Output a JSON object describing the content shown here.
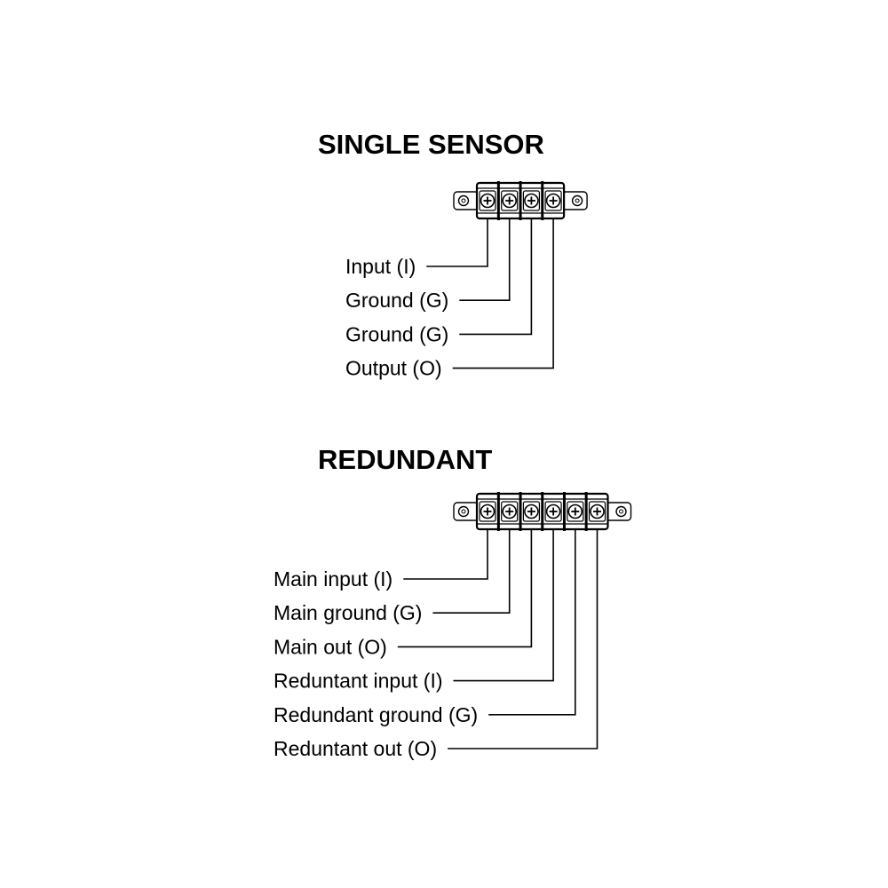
{
  "sections": [
    {
      "title": "SINGLE SENSOR",
      "terminals": 4,
      "labels": [
        "Input (I)",
        "Ground (G)",
        "Ground (G)",
        "Output (O)"
      ]
    },
    {
      "title": "REDUNDANT",
      "terminals": 6,
      "labels": [
        "Main input (I)",
        "Main ground (G)",
        "Main out (O)",
        "Reduntant input (I)",
        "Redundant ground (G)",
        "Reduntant out (O)"
      ]
    }
  ]
}
